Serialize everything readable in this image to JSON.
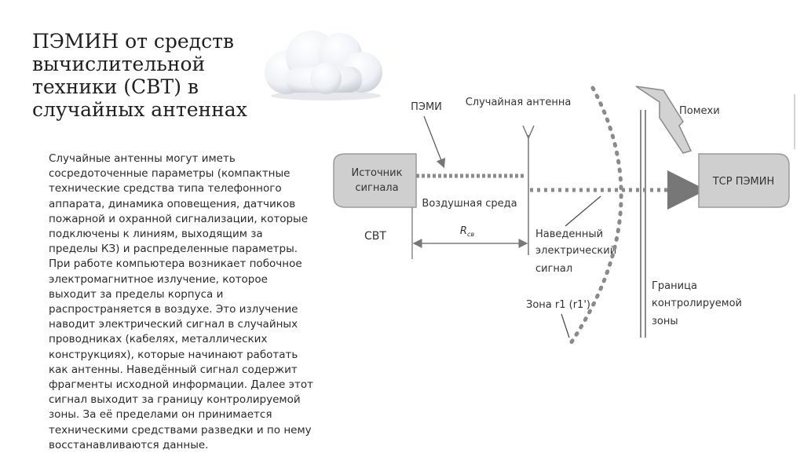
{
  "slide": {
    "title_lines": [
      "ПЭМИН от средств",
      "вычислительной",
      "техники (СВТ) в",
      "случайных антеннах"
    ],
    "body_text": "Случайные антенны могут иметь\nсосредоточенные параметры (компактные\nтехнические средства типа телефонного\nаппарата, динамика оповещения, датчиков\nпожарной и охранной сигнализации, которые\nподключены к линиям, выходящим за\nпределы КЗ) и распределенные параметры.\nПри работе компьютера возникает побочное\nэлектромагнитное излучение, которое\nвыходит за пределы корпуса и\nраспространяется в воздухе. Это излучение\nнаводит электрический сигнал в случайных\nпроводниках (кабелях, металлических\nконструкциях), которые начинают работать\nкак антенны. Наведённый сигнал содержит\nфрагменты исходной информации. Далее этот\nсигнал выходит за границу контролируемой\nзоны. За её пределами он принимается\nтехническими средствами разведки и по нему\nвосстанавливаются данные."
  },
  "diagram": {
    "pemi_label": "ПЭМИ",
    "random_antenna_label": "Случайная антенна",
    "interference_label": "Помехи",
    "source_label_line1": "Источник",
    "source_label_line2": "сигнала",
    "tsr_label": "ТСР ПЭМИН",
    "air_label": "Воздушная среда",
    "svt_label": "СВТ",
    "rsv_label": "R",
    "rsv_sub": "св",
    "induced_line1": "Наведенный",
    "induced_line2": "электрический",
    "induced_line3": "сигнал",
    "zone_label": "Зона r1 (r1')",
    "border_line1": "Граница",
    "border_line2": "контролируемой",
    "border_line3": "зоны"
  }
}
